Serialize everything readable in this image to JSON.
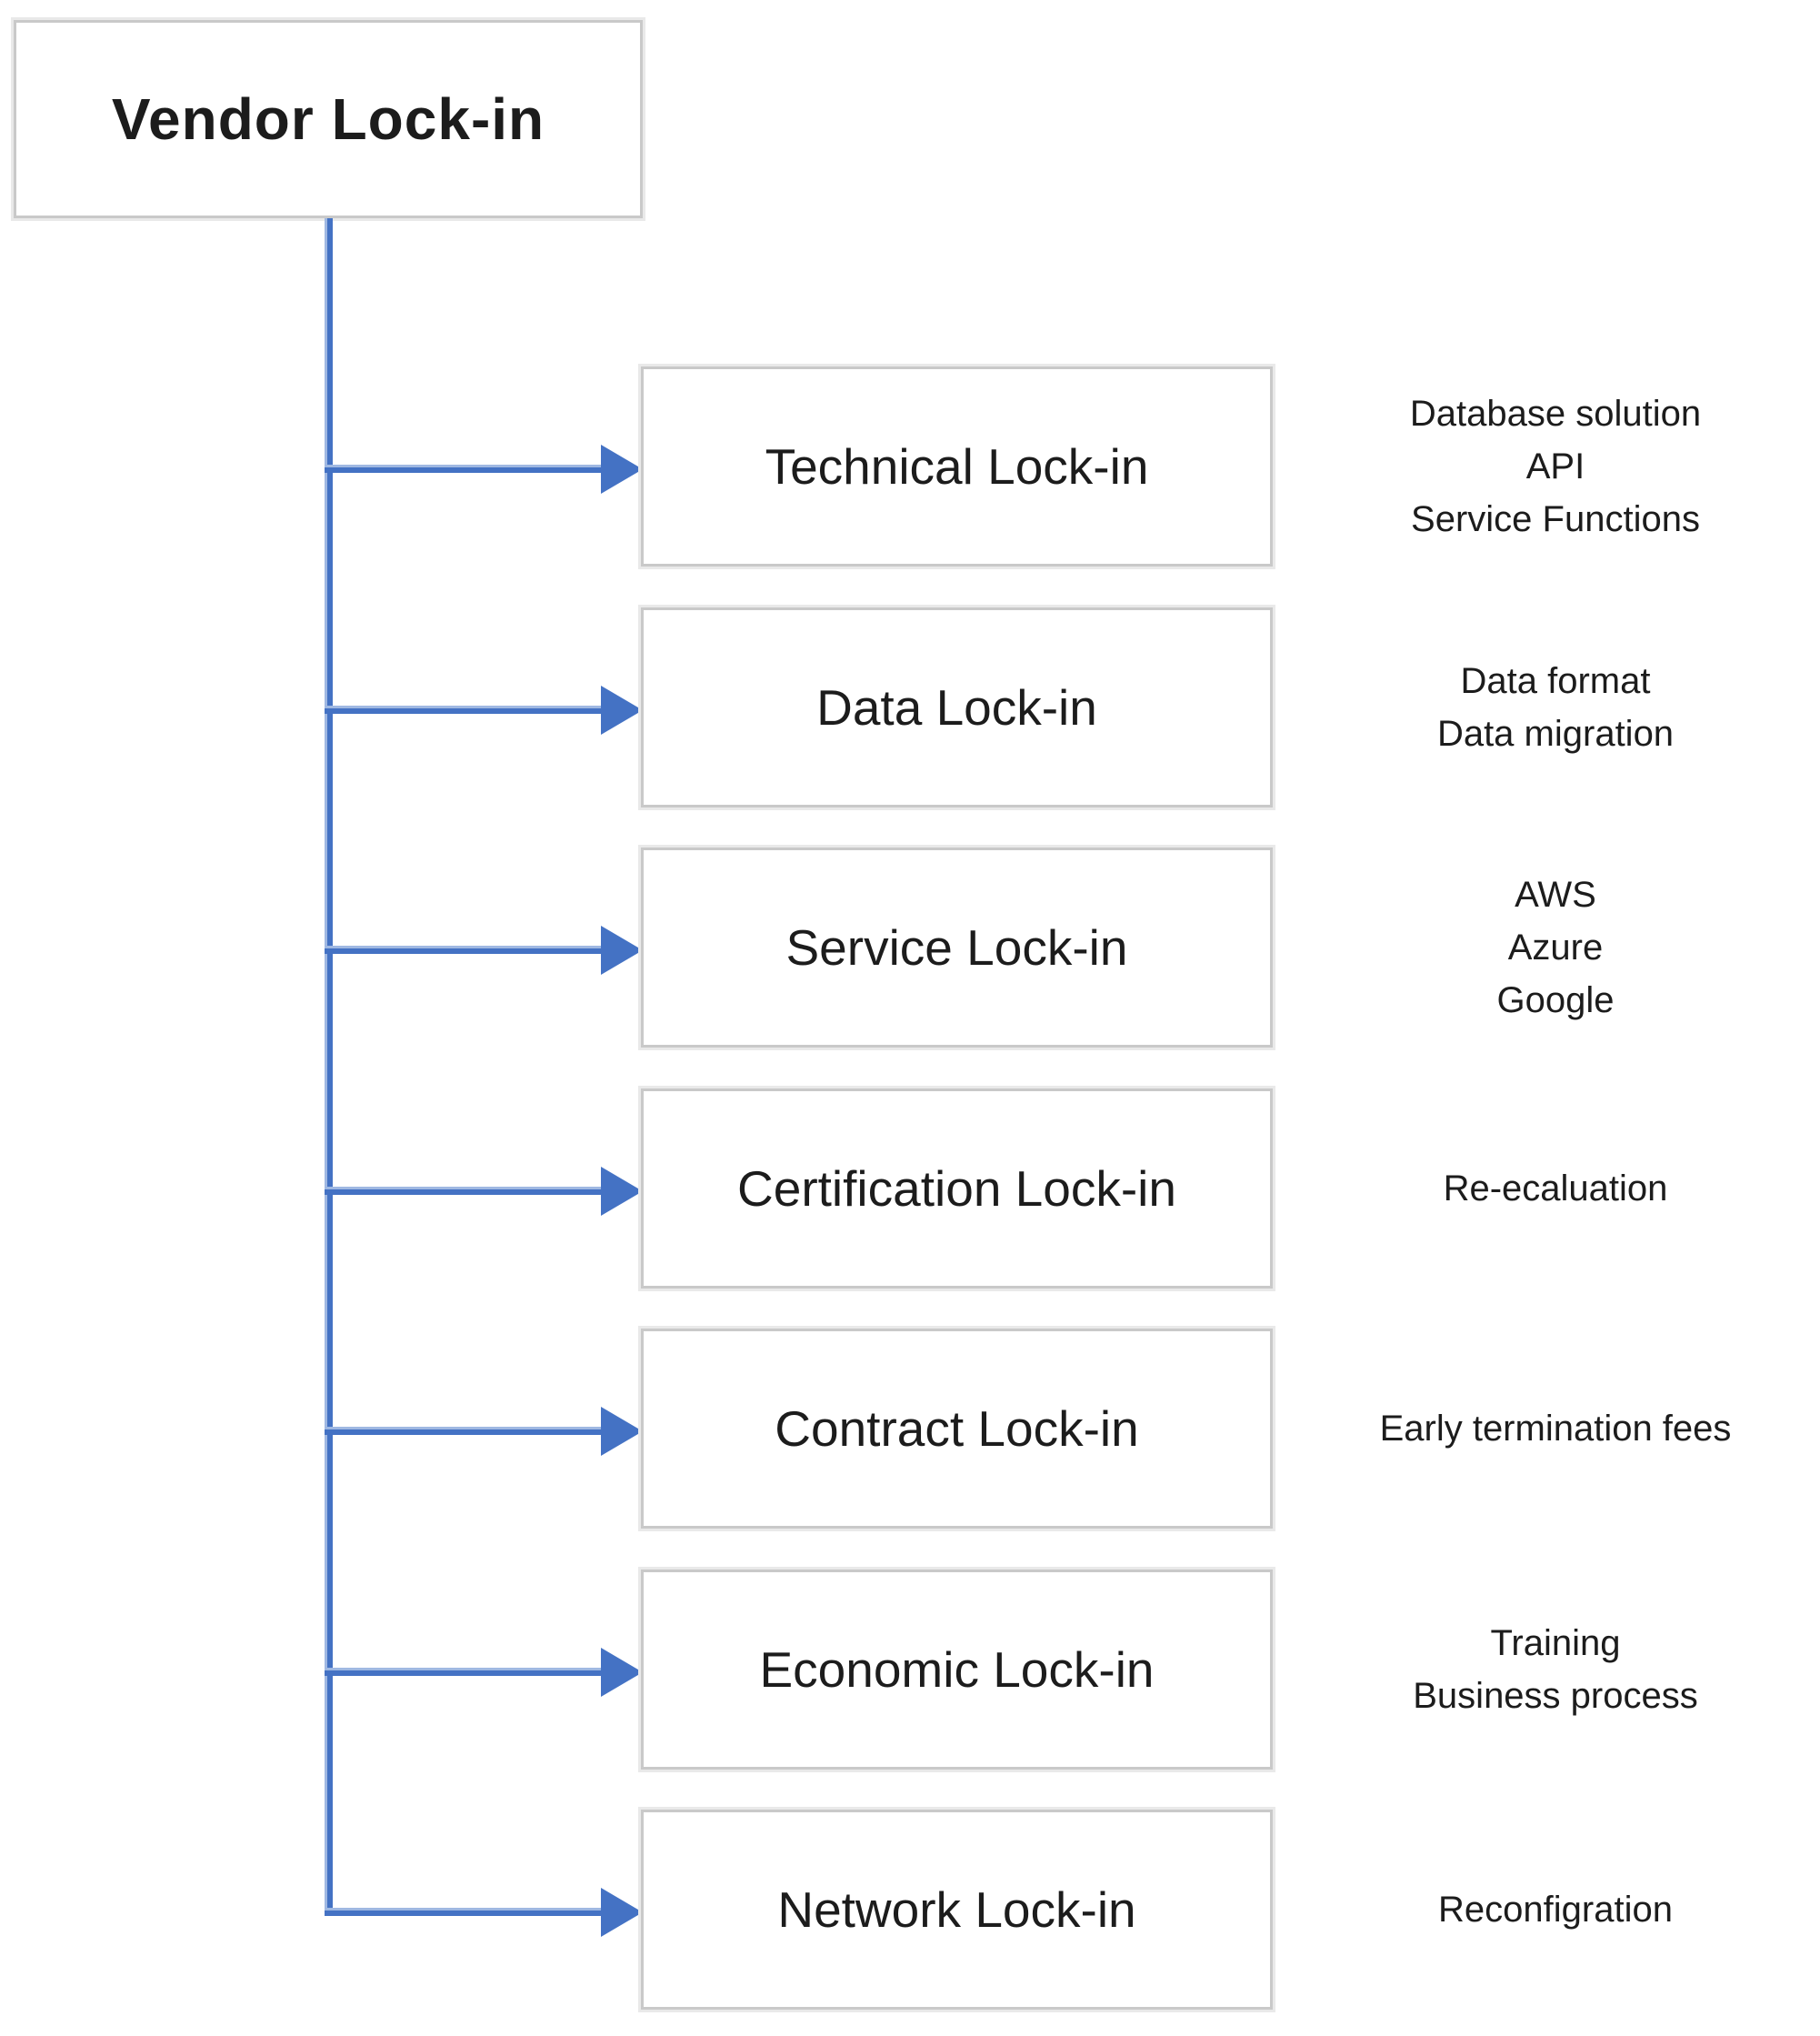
{
  "diagram": {
    "title": "Vendor Lock-in",
    "branches": [
      {
        "label": "Technical Lock-in",
        "examples": [
          "Database solution",
          "API",
          "Service Functions"
        ]
      },
      {
        "label": "Data Lock-in",
        "examples": [
          "Data format",
          "Data migration"
        ]
      },
      {
        "label": "Service Lock-in",
        "examples": [
          "AWS",
          "Azure",
          "Google"
        ]
      },
      {
        "label": "Certification Lock-in",
        "examples": [
          "Re-ecaluation"
        ]
      },
      {
        "label": "Contract Lock-in",
        "examples": [
          "Early termination fees"
        ]
      },
      {
        "label": "Economic Lock-in",
        "examples": [
          "Training",
          "Business process"
        ]
      },
      {
        "label": "Network Lock-in",
        "examples": [
          "Reconfigration"
        ]
      }
    ],
    "colors": {
      "connector": "#4472c4",
      "connector_highlight": "#9fb8e2",
      "box_border": "#c9c9c9",
      "box_border_outer": "#e9e9e9",
      "text": "#1c1c1c"
    }
  }
}
